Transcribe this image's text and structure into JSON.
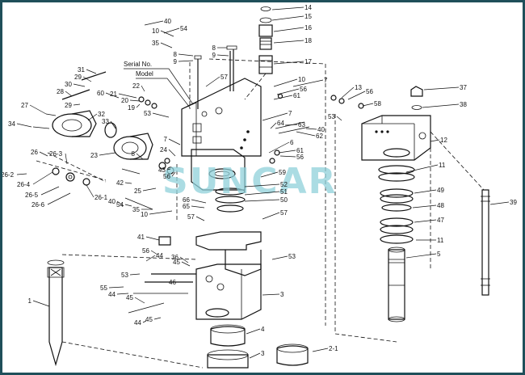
{
  "figure": {
    "watermark": "SUNCAR",
    "colors": {
      "frame": "#1f4f5a",
      "watermark": "#8fd0da",
      "ink": "#111111"
    }
  },
  "annotations": {
    "serial": "Serial No.",
    "model": "Model"
  },
  "labels": [
    {
      "id": "l1",
      "text": "1"
    },
    {
      "id": "l2",
      "text": "2-1"
    },
    {
      "id": "l3a",
      "text": "3"
    },
    {
      "id": "l3b",
      "text": "3"
    },
    {
      "id": "l4",
      "text": "4"
    },
    {
      "id": "l5",
      "text": "5"
    },
    {
      "id": "l6",
      "text": "6"
    },
    {
      "id": "l7a",
      "text": "7"
    },
    {
      "id": "l7b",
      "text": "7"
    },
    {
      "id": "l7c",
      "text": "7"
    },
    {
      "id": "l8a",
      "text": "8"
    },
    {
      "id": "l8b",
      "text": "8"
    },
    {
      "id": "l8c",
      "text": "8"
    },
    {
      "id": "l9a",
      "text": "9"
    },
    {
      "id": "l9b",
      "text": "9"
    },
    {
      "id": "l10a",
      "text": "10"
    },
    {
      "id": "l10b",
      "text": "10"
    },
    {
      "id": "l10c",
      "text": "10"
    },
    {
      "id": "l11a",
      "text": "11"
    },
    {
      "id": "l11b",
      "text": "11"
    },
    {
      "id": "l12",
      "text": "12"
    },
    {
      "id": "l13",
      "text": "13"
    },
    {
      "id": "l14",
      "text": "14"
    },
    {
      "id": "l15",
      "text": "15"
    },
    {
      "id": "l16",
      "text": "16"
    },
    {
      "id": "l17",
      "text": "17"
    },
    {
      "id": "l18",
      "text": "18"
    },
    {
      "id": "l19",
      "text": "19"
    },
    {
      "id": "l20",
      "text": "20"
    },
    {
      "id": "l21",
      "text": "21"
    },
    {
      "id": "l22",
      "text": "22"
    },
    {
      "id": "l23",
      "text": "23"
    },
    {
      "id": "l24",
      "text": "24"
    },
    {
      "id": "l25",
      "text": "25"
    },
    {
      "id": "l26",
      "text": "26"
    },
    {
      "id": "l26_1",
      "text": "26-1"
    },
    {
      "id": "l26_2",
      "text": "26-2"
    },
    {
      "id": "l26_3",
      "text": "26-3"
    },
    {
      "id": "l26_4",
      "text": "26-4"
    },
    {
      "id": "l26_5",
      "text": "26-5"
    },
    {
      "id": "l26_6",
      "text": "26-6"
    },
    {
      "id": "l27",
      "text": "27"
    },
    {
      "id": "l28",
      "text": "28"
    },
    {
      "id": "l29a",
      "text": "29"
    },
    {
      "id": "l29b",
      "text": "29"
    },
    {
      "id": "l30",
      "text": "30"
    },
    {
      "id": "l31",
      "text": "31"
    },
    {
      "id": "l32",
      "text": "32"
    },
    {
      "id": "l33",
      "text": "33"
    },
    {
      "id": "l34",
      "text": "34"
    },
    {
      "id": "l35a",
      "text": "35"
    },
    {
      "id": "l35b",
      "text": "35"
    },
    {
      "id": "l36",
      "text": "36"
    },
    {
      "id": "l37",
      "text": "37"
    },
    {
      "id": "l38",
      "text": "38"
    },
    {
      "id": "l39",
      "text": "39"
    },
    {
      "id": "l40a",
      "text": "40"
    },
    {
      "id": "l40b",
      "text": "40"
    },
    {
      "id": "l40c",
      "text": "40"
    },
    {
      "id": "l41",
      "text": "41"
    },
    {
      "id": "l42",
      "text": "42"
    },
    {
      "id": "l43",
      "text": "43"
    },
    {
      "id": "l44a",
      "text": "44"
    },
    {
      "id": "l44b",
      "text": "44"
    },
    {
      "id": "l44c",
      "text": "44"
    },
    {
      "id": "l45a",
      "text": "45"
    },
    {
      "id": "l45b",
      "text": "45"
    },
    {
      "id": "l45c",
      "text": "45"
    },
    {
      "id": "l46",
      "text": "46"
    },
    {
      "id": "l47",
      "text": "47"
    },
    {
      "id": "l48",
      "text": "48"
    },
    {
      "id": "l49",
      "text": "49"
    },
    {
      "id": "l50",
      "text": "50"
    },
    {
      "id": "l51",
      "text": "51"
    },
    {
      "id": "l52",
      "text": "52"
    },
    {
      "id": "l53a",
      "text": "53"
    },
    {
      "id": "l53b",
      "text": "53"
    },
    {
      "id": "l53c",
      "text": "53"
    },
    {
      "id": "l53d",
      "text": "53"
    },
    {
      "id": "l54a",
      "text": "54"
    },
    {
      "id": "l54b",
      "text": "54"
    },
    {
      "id": "l55",
      "text": "55"
    },
    {
      "id": "l56a",
      "text": "56"
    },
    {
      "id": "l56b",
      "text": "56"
    },
    {
      "id": "l56c",
      "text": "56"
    },
    {
      "id": "l56d",
      "text": "56"
    },
    {
      "id": "l56e",
      "text": "56"
    },
    {
      "id": "l57a",
      "text": "57"
    },
    {
      "id": "l57b",
      "text": "57"
    },
    {
      "id": "l57c",
      "text": "57"
    },
    {
      "id": "l58",
      "text": "58"
    },
    {
      "id": "l59",
      "text": "59"
    },
    {
      "id": "l60",
      "text": "60"
    },
    {
      "id": "l61a",
      "text": "61"
    },
    {
      "id": "l61b",
      "text": "61"
    },
    {
      "id": "l62",
      "text": "62"
    },
    {
      "id": "l63",
      "text": "63"
    },
    {
      "id": "l64",
      "text": "64"
    },
    {
      "id": "l65",
      "text": "65"
    },
    {
      "id": "l66",
      "text": "66"
    }
  ]
}
